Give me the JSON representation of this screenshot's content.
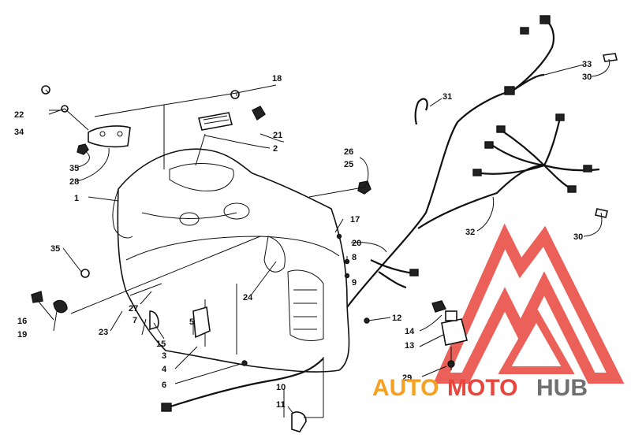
{
  "callouts": [
    {
      "id": "c1",
      "text": "1"
    },
    {
      "id": "c2",
      "text": "2"
    },
    {
      "id": "c3",
      "text": "3"
    },
    {
      "id": "c4",
      "text": "4"
    },
    {
      "id": "c5",
      "text": "5"
    },
    {
      "id": "c6",
      "text": "6"
    },
    {
      "id": "c7",
      "text": "7"
    },
    {
      "id": "c8",
      "text": "8"
    },
    {
      "id": "c9",
      "text": "9"
    },
    {
      "id": "c10",
      "text": "10"
    },
    {
      "id": "c11",
      "text": "11"
    },
    {
      "id": "c12",
      "text": "12"
    },
    {
      "id": "c13",
      "text": "13"
    },
    {
      "id": "c14",
      "text": "14"
    },
    {
      "id": "c15",
      "text": "15"
    },
    {
      "id": "c16",
      "text": "16"
    },
    {
      "id": "c17",
      "text": "17"
    },
    {
      "id": "c18",
      "text": "18"
    },
    {
      "id": "c19",
      "text": "19"
    },
    {
      "id": "c20",
      "text": "20"
    },
    {
      "id": "c21",
      "text": "21"
    },
    {
      "id": "c22",
      "text": "22"
    },
    {
      "id": "c23",
      "text": "23"
    },
    {
      "id": "c24",
      "text": "24"
    },
    {
      "id": "c25",
      "text": "25"
    },
    {
      "id": "c26",
      "text": "26"
    },
    {
      "id": "c27",
      "text": "27"
    },
    {
      "id": "c28",
      "text": "28"
    },
    {
      "id": "c29",
      "text": "29"
    },
    {
      "id": "c30a",
      "text": "30"
    },
    {
      "id": "c30b",
      "text": "30"
    },
    {
      "id": "c31",
      "text": "31"
    },
    {
      "id": "c32",
      "text": "32"
    },
    {
      "id": "c33",
      "text": "33"
    },
    {
      "id": "c34",
      "text": "34"
    },
    {
      "id": "c35a",
      "text": "35"
    },
    {
      "id": "c35b",
      "text": "35"
    }
  ],
  "watermark": {
    "part1": "AUTO",
    "part2": "MOTO",
    "part3": "HUB",
    "color_orange": "#f5a020",
    "color_red": "#e8453c",
    "color_gray": "#707070"
  }
}
